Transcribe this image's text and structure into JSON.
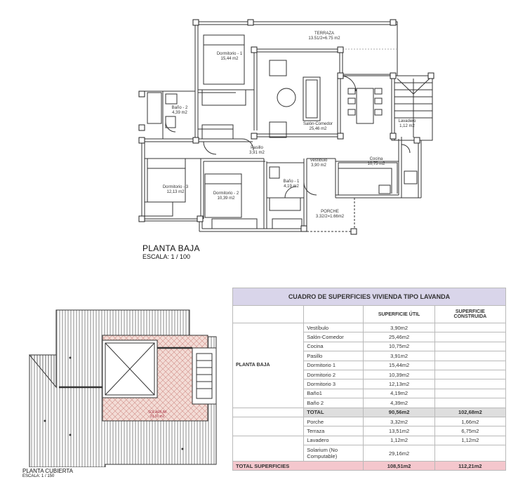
{
  "ground_plan": {
    "title": "PLANTA BAJA",
    "scale": "ESCALA: 1 / 100",
    "rooms": {
      "terraza": {
        "name": "TERRAZA",
        "area": "13.51/2=6.75 m2"
      },
      "dormitorio1": {
        "name": "Dormitorio - 1",
        "area": "15,44 m2"
      },
      "bano2": {
        "name": "Baño - 2",
        "area": "4,39 m2"
      },
      "salon": {
        "name": "Salón-Comedor",
        "area": "25,46 m2"
      },
      "lavadero": {
        "name": "Lavadero",
        "area": "1,12 m2"
      },
      "pasillo": {
        "name": "Pasillo",
        "area": "3,91 m2"
      },
      "vestibulo": {
        "name": "Vestíbulo",
        "area": "3,90 m2"
      },
      "cocina": {
        "name": "Cocina",
        "area": "10,75 m2"
      },
      "dormitorio3": {
        "name": "Dormitorio - 3",
        "area": "12,13 m2"
      },
      "dormitorio2": {
        "name": "Dormitorio - 2",
        "area": "10,39 m2"
      },
      "bano1": {
        "name": "Baño - 1",
        "area": "4,19 m2"
      },
      "porche": {
        "name": "PORCHE",
        "area": "3.32/2=1.66m2"
      }
    }
  },
  "roof_plan": {
    "title": "PLANTA CUBIERTA",
    "scale": "ESCALA: 1 / 150",
    "solarium_name": "SOLARIUM",
    "solarium_area": "29,16 m2"
  },
  "table": {
    "title": "CUADRO DE SUPERFICIES  VIVIENDA TIPO LAVANDA",
    "col_util": "SUPERFICIE   ÚTIL",
    "col_construida_1": "SUPERFICIE",
    "col_construida_2": "CONSTRUIDA",
    "section": "PLANTA BAJA",
    "rows": [
      {
        "name": "Vestíbulo",
        "util": "3,90m2",
        "construida": ""
      },
      {
        "name": "Salón-Comedor",
        "util": "25,46m2",
        "construida": ""
      },
      {
        "name": "Cocina",
        "util": "10,75m2",
        "construida": ""
      },
      {
        "name": "Pasillo",
        "util": "3,91m2",
        "construida": ""
      },
      {
        "name": "Dormitorio 1",
        "util": "15,44m2",
        "construida": ""
      },
      {
        "name": "Dormitorio 2",
        "util": "10,39m2",
        "construida": ""
      },
      {
        "name": "Dormitorio 3",
        "util": "12,13m2",
        "construida": ""
      },
      {
        "name": "Baño1",
        "util": "4,19m2",
        "construida": ""
      },
      {
        "name": "Baño 2",
        "util": "4,39m2",
        "construida": ""
      }
    ],
    "total": {
      "name": "TOTAL",
      "util": "90,56m2",
      "construida": "102,68m2"
    },
    "extra_rows": [
      {
        "name": "Porche",
        "util": "3,32m2",
        "construida": "1,66m2"
      },
      {
        "name": "Terraza",
        "util": "13,51m2",
        "construida": "6,75m2"
      },
      {
        "name": "Lavadero",
        "util": "1,12m2",
        "construida": "1,12m2"
      }
    ],
    "solarium": {
      "name": "Solarium (No Computable)",
      "util": "29,16m2",
      "construida": ""
    },
    "grand_total": {
      "name": "TOTAL SUPERFICIES",
      "util": "108,51m2",
      "construida": "112,21m2"
    }
  }
}
